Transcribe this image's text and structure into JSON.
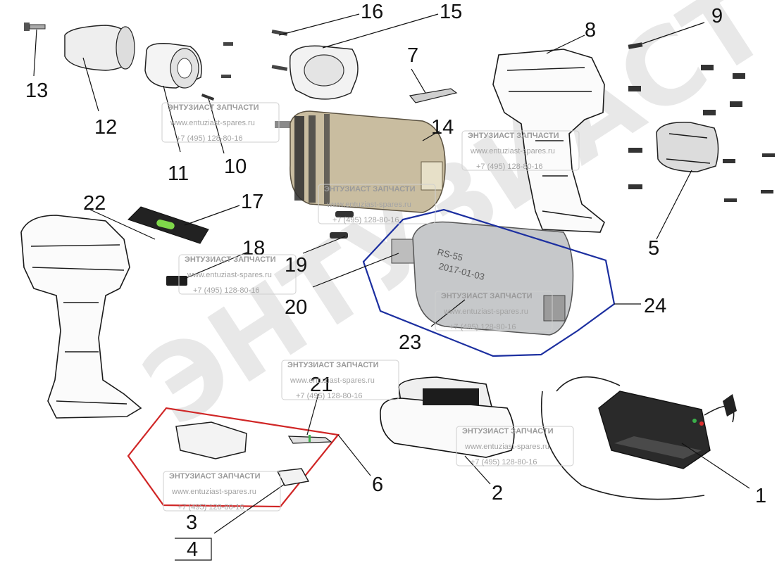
{
  "watermark": {
    "brand": "ЭНТУЗИАСТ",
    "company": "ЭНТУЗИАСТ ЗАПЧАСТИ",
    "site": "www.entuziast-spares.ru",
    "phone": "+7 (495) 128-80-16"
  },
  "callouts": [
    "1",
    "2",
    "3",
    "4",
    "5",
    "6",
    "7",
    "8",
    "9",
    "10",
    "11",
    "12",
    "13",
    "14",
    "15",
    "16",
    "17",
    "18",
    "19",
    "20",
    "21",
    "22",
    "23",
    "24"
  ],
  "motor_marking": [
    "RS-55",
    "2017-01-03"
  ],
  "colors": {
    "motor_group_outline": "#1c2fa0",
    "switch_group_outline": "#d02626",
    "level_bubble": "#7fd84a"
  }
}
